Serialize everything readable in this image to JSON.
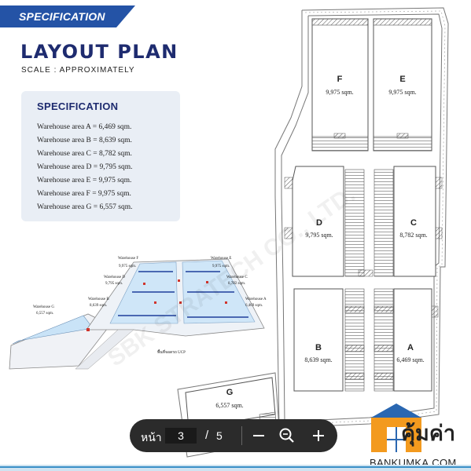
{
  "header": {
    "banner": "SPECIFICATION",
    "title": "LAYOUT PLAN",
    "subtitle": "SCALE : APPROXIMATELY"
  },
  "spec": {
    "title": "SPECIFICATION",
    "items": [
      "Warehouse area A = 6,469 sqm.",
      "Warehouse area B = 8,639 sqm.",
      "Warehouse area C = 8,782 sqm.",
      "Warehouse area D = 9,795 sqm.",
      "Warehouse area E = 9,975 sqm.",
      "Warehouse area F = 9,975 sqm.",
      "Warehouse area G = 6,557 sqm."
    ]
  },
  "plan": {
    "blocks": [
      {
        "letter": "F",
        "area": "9,975 sqm."
      },
      {
        "letter": "E",
        "area": "9,975 sqm."
      },
      {
        "letter": "D",
        "area": "9,795 sqm."
      },
      {
        "letter": "C",
        "area": "8,782 sqm."
      },
      {
        "letter": "B",
        "area": "8,639 sqm."
      },
      {
        "letter": "A",
        "area": "6,469 sqm."
      },
      {
        "letter": "G",
        "area": "6,557 sqm."
      }
    ],
    "watermark": "SBK STRATECH CO., LTD."
  },
  "perspective": {
    "labels": [
      {
        "name": "Warehouse F",
        "area": "9,975 sqm."
      },
      {
        "name": "Warehouse E",
        "area": "9,975 sqm."
      },
      {
        "name": "Warehouse D",
        "area": "9,795 sqm."
      },
      {
        "name": "Warehouse C",
        "area": "8,782 sqm."
      },
      {
        "name": "Warehouse B",
        "area": "8,639 sqm."
      },
      {
        "name": "Warehouse A",
        "area": "6,469 sqm."
      },
      {
        "name": "Warehouse G",
        "area": "6,557 sqm."
      }
    ],
    "caption": "พื้นที่จอดรถ UCP"
  },
  "toolbar": {
    "page_label": "หน้า",
    "current_page": "3",
    "separator": "/",
    "total_pages": "5"
  },
  "logo": {
    "name": "คุ้มค่า",
    "url": "BANKUMKA.COM"
  },
  "colors": {
    "navy": "#1e2b6f",
    "banner_blue": "#2453a6",
    "logo_orange": "#f39a1e",
    "logo_blue": "#2a67b1"
  }
}
